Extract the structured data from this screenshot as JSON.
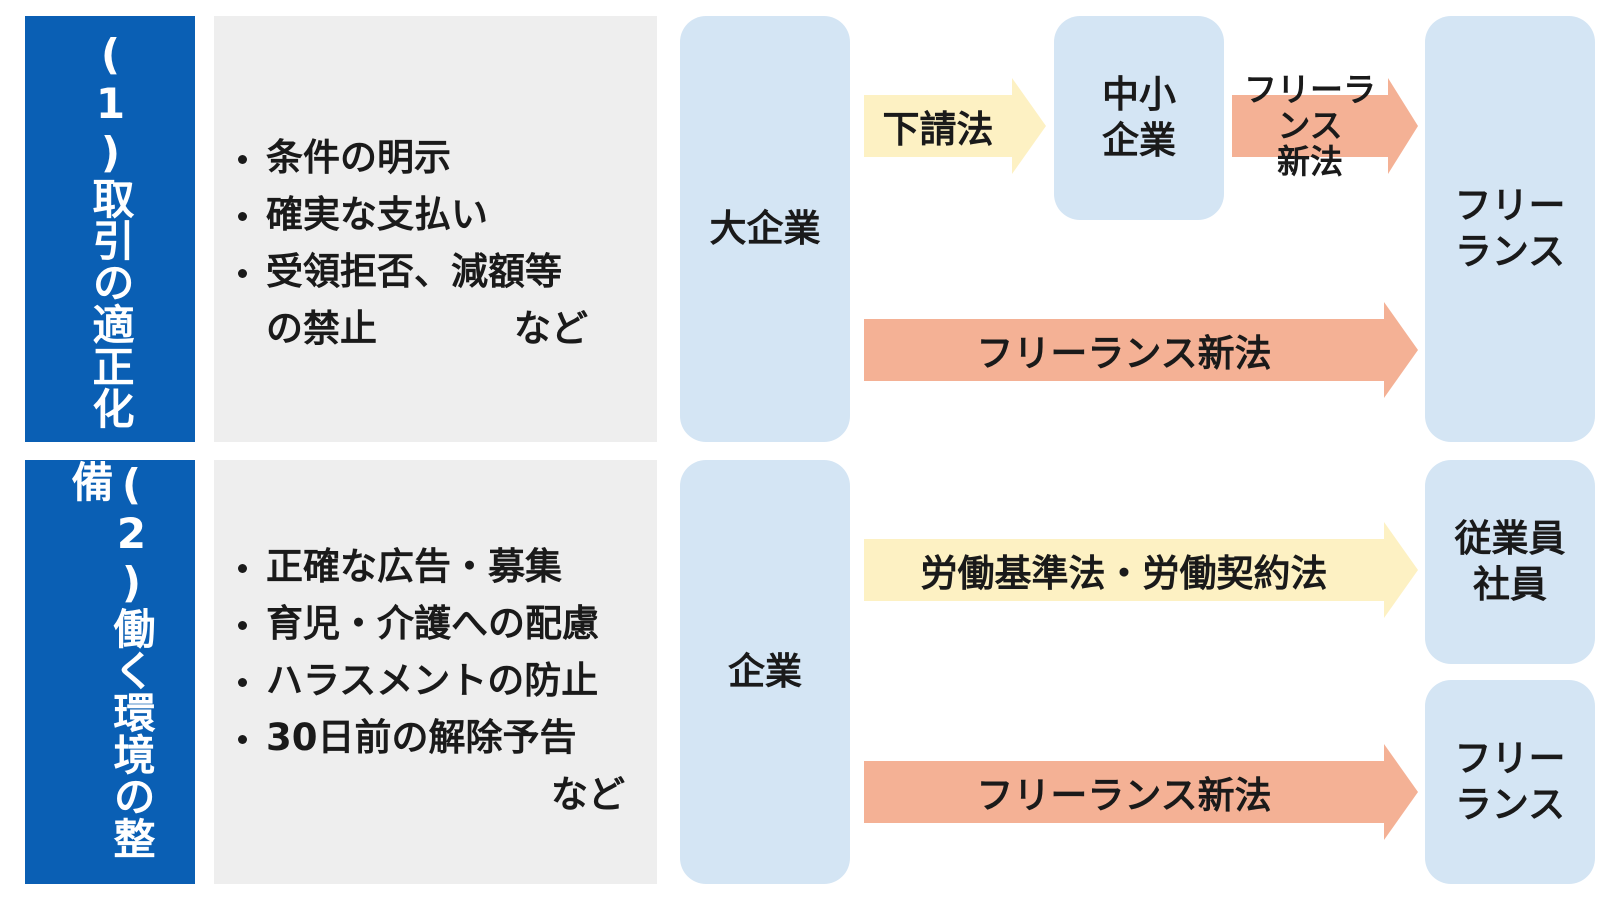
{
  "row1": {
    "side_label": "(1)取引の適正化",
    "bullets": [
      "条件の明示",
      "確実な支払い",
      "受領拒否、減額等"
    ],
    "bullet_cont": "の禁止",
    "etc": "など",
    "company": "大企業",
    "arrow_top_label": "下請法",
    "middle_box": "中小\n企業",
    "arrow_short_label": "フリーランス\n新法",
    "arrow_bottom_label": "フリーランス新法",
    "target": "フリー\nランス"
  },
  "row2": {
    "side_label": "(2)働く環境の整備",
    "bullets": [
      "正確な広告・募集",
      "育児・介護への配慮",
      "ハラスメントの防止",
      "30日前の解除予告"
    ],
    "etc": "など",
    "company": "企業",
    "arrow_top_label": "労働基準法・労働契約法",
    "target_top": "従業員\n社員",
    "arrow_bottom_label": "フリーランス新法",
    "target_bottom": "フリー\nランス"
  },
  "colors": {
    "side_blue": "#0a5fb4",
    "panel_gray": "#eeeeee",
    "box_blue": "#d4e5f4",
    "arrow_yellow": "#fdf1c3",
    "arrow_salmon": "#f4b195"
  }
}
